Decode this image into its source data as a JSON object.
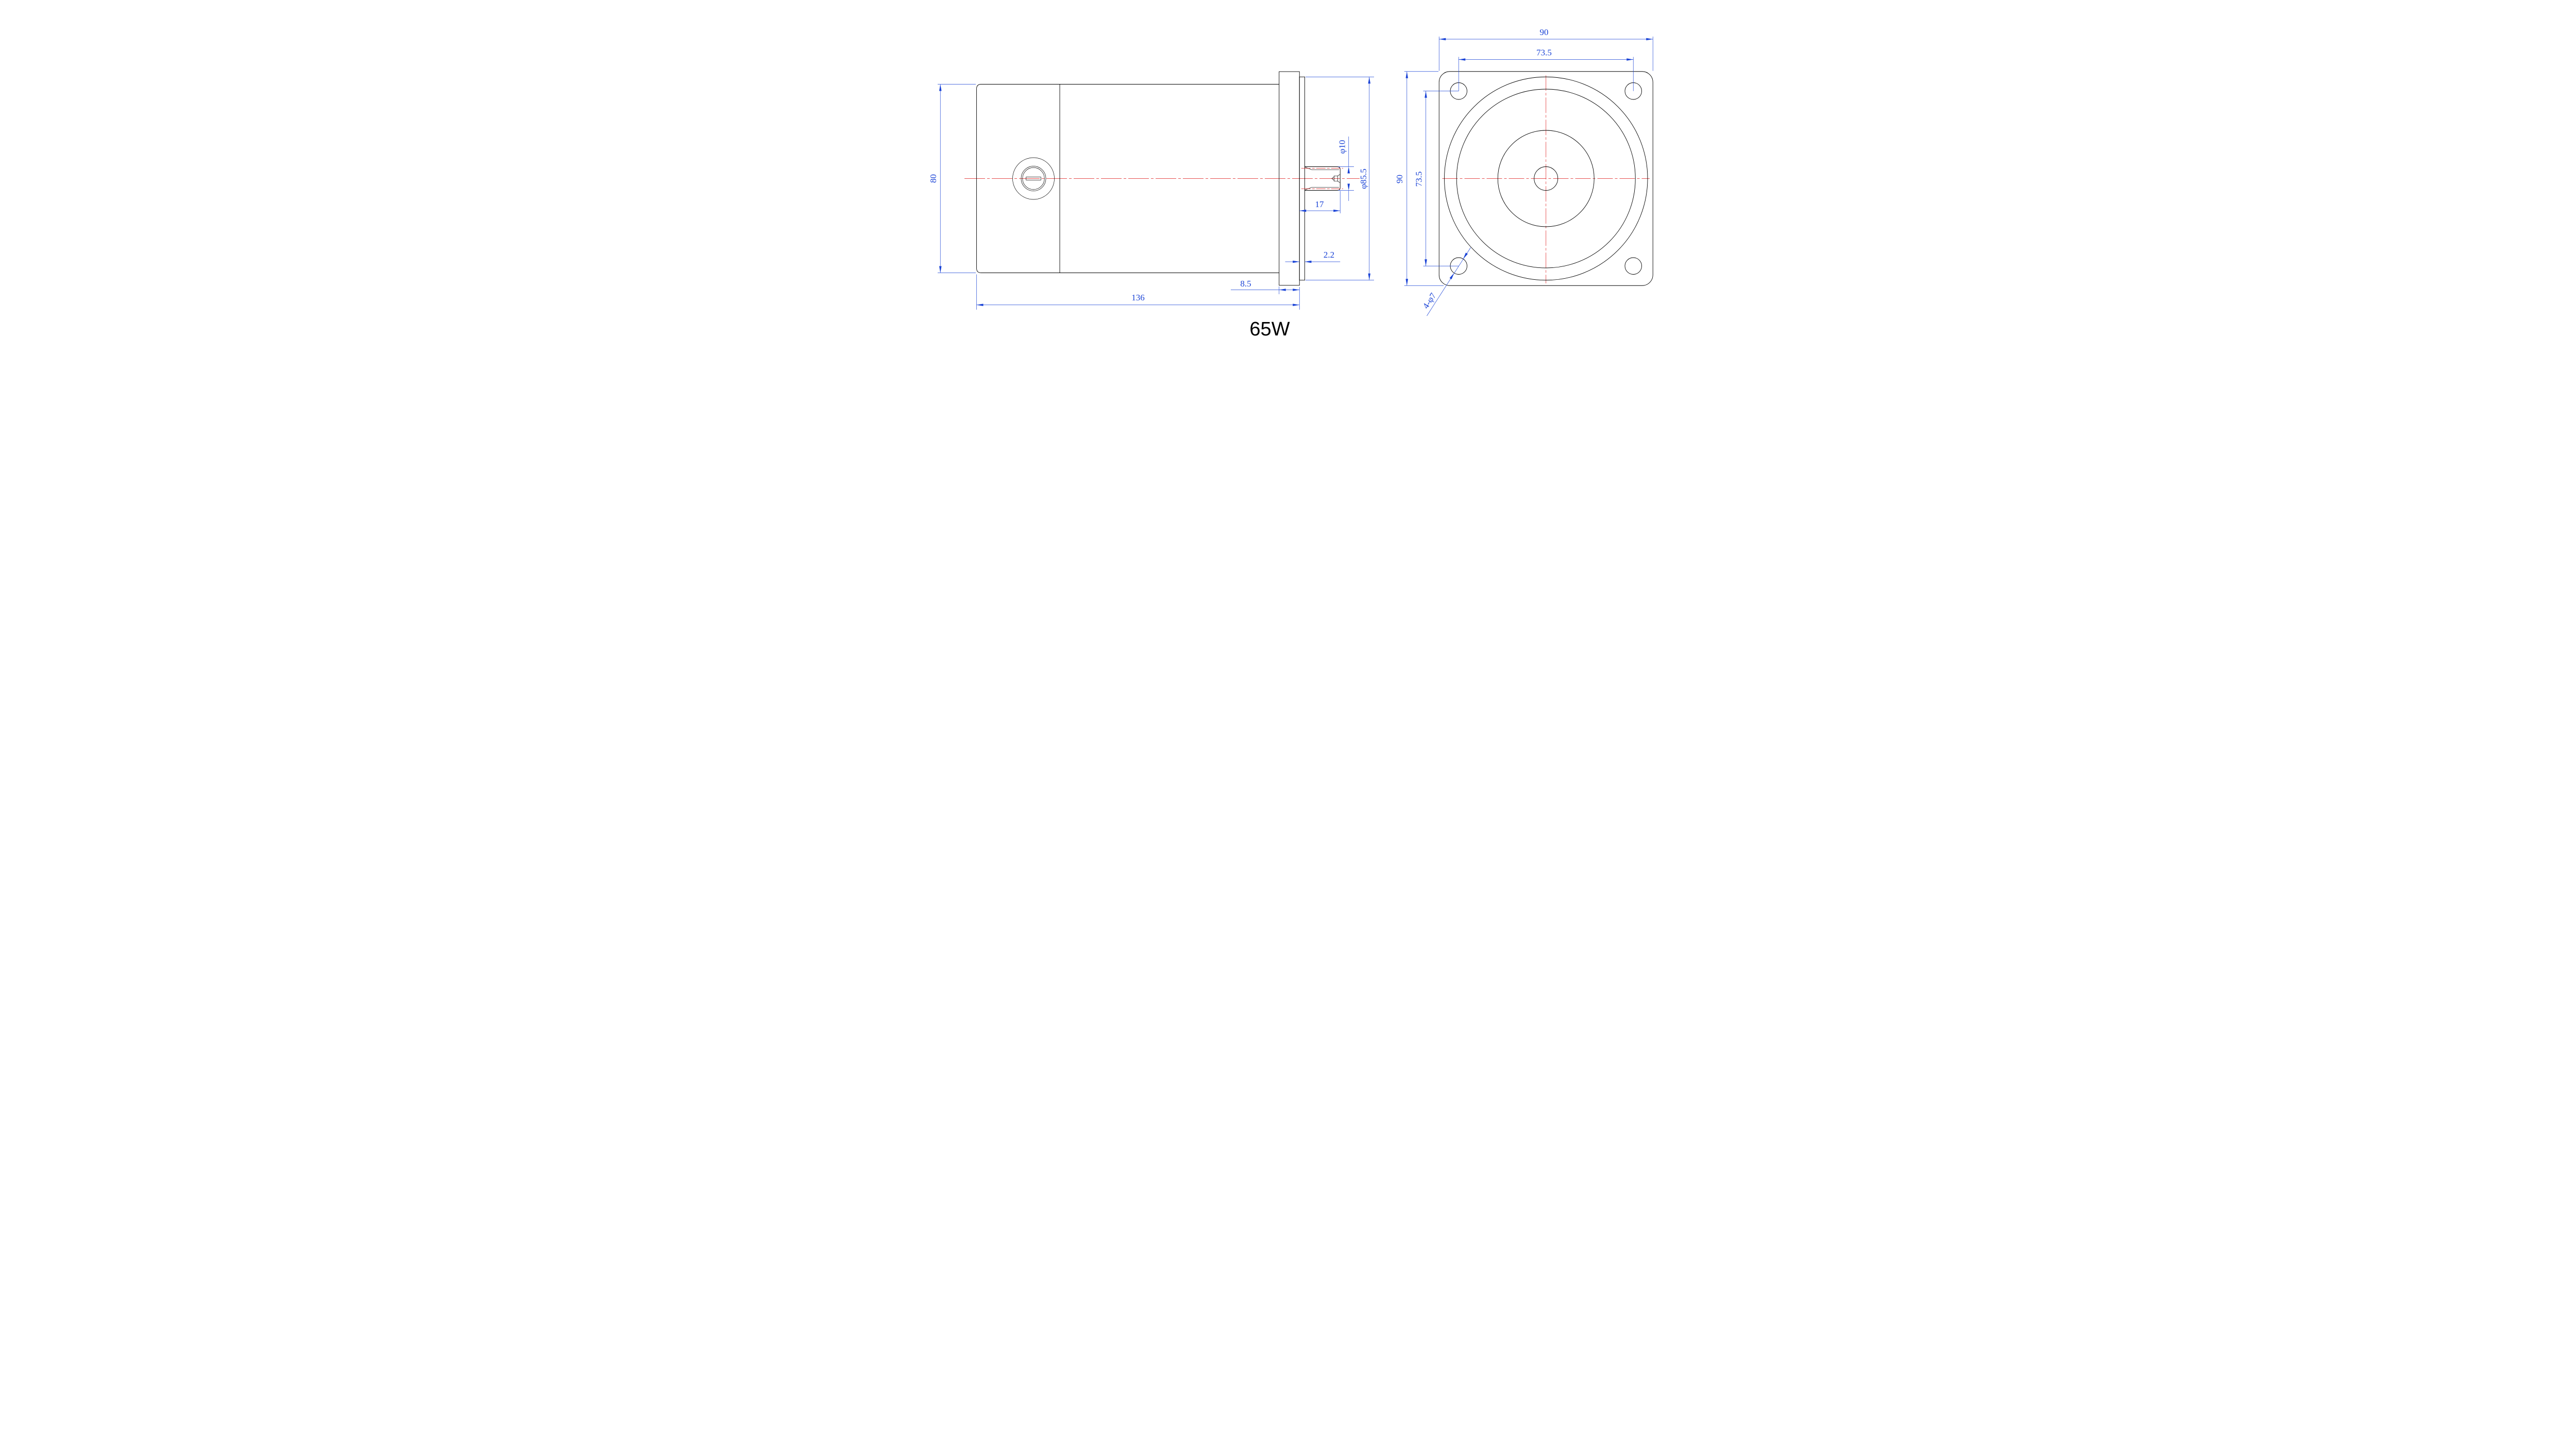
{
  "drawing": {
    "type": "engineering-dimension-drawing",
    "part": "gear motor with square mounting flange",
    "labels": {
      "body_height": "80",
      "overall_length": "136",
      "flange_thickness": "8.5",
      "boss_thickness": "2.2",
      "shaft_length": "17",
      "shaft_dia": "φ10",
      "boss_dia": "φ85.5",
      "flange_width": "90",
      "flange_height": "90",
      "hole_pitch_h": "73.5",
      "hole_pitch_v": "73.5",
      "mounting_holes": "4-φ7",
      "power": "65W"
    },
    "colors": {
      "dim": "#1A43D6",
      "cline": "#DE1717",
      "outline": "#000000",
      "bg": "#FFFFFF"
    }
  }
}
